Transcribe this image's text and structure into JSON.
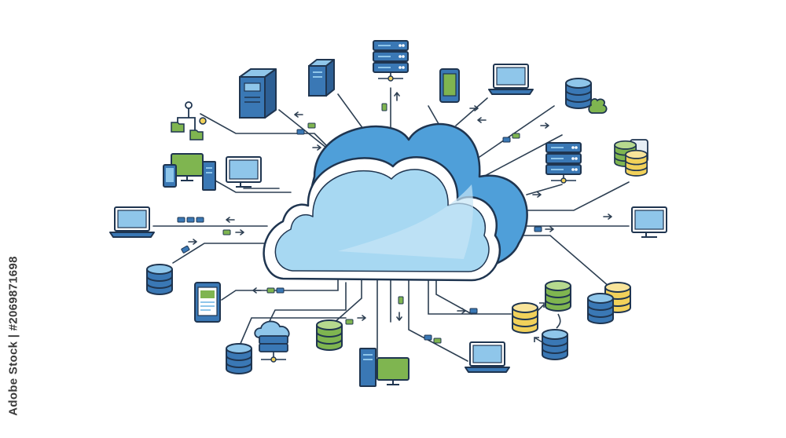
{
  "stock": {
    "id_text": "Adobe Stock | #2069871698"
  },
  "palette": {
    "outline": "#1f3550",
    "cloud_front": "#a7d8f2",
    "cloud_back": "#4f9fd9",
    "device_blue": "#3a78b5",
    "screen_blue": "#8fc6ea",
    "accent_green": "#7fb550",
    "accent_yellow": "#f1d15a",
    "line": "#2d3f52"
  },
  "diagram": {
    "hub": "cloud",
    "nodes": [
      {
        "id": "tower-server",
        "icon": "tower-server-icon"
      },
      {
        "id": "small-tower",
        "icon": "tower-server-icon"
      },
      {
        "id": "rack-top",
        "icon": "server-rack-icon"
      },
      {
        "id": "smartphone-top",
        "icon": "smartphone-icon"
      },
      {
        "id": "laptop-top",
        "icon": "laptop-icon"
      },
      {
        "id": "database-cloud",
        "icon": "database-icon"
      },
      {
        "id": "folder-tree",
        "icon": "folder-tree-icon"
      },
      {
        "id": "workstation",
        "icon": "workstation-icon"
      },
      {
        "id": "monitor-left",
        "icon": "monitor-icon"
      },
      {
        "id": "rack-right",
        "icon": "server-rack-icon"
      },
      {
        "id": "db-stack-right",
        "icon": "database-icon"
      },
      {
        "id": "laptop-left",
        "icon": "laptop-icon"
      },
      {
        "id": "monitor-right",
        "icon": "monitor-icon"
      },
      {
        "id": "database-left",
        "icon": "database-icon"
      },
      {
        "id": "tablet",
        "icon": "tablet-icon"
      },
      {
        "id": "cloud-server",
        "icon": "cloud-server-icon"
      },
      {
        "id": "database-bottom-left",
        "icon": "database-icon"
      },
      {
        "id": "database-green",
        "icon": "database-icon"
      },
      {
        "id": "desktop-pc",
        "icon": "desktop-pc-icon"
      },
      {
        "id": "laptop-bottom",
        "icon": "laptop-icon"
      },
      {
        "id": "db-cluster",
        "icon": "database-icon"
      },
      {
        "id": "db-pair",
        "icon": "database-icon"
      }
    ]
  }
}
